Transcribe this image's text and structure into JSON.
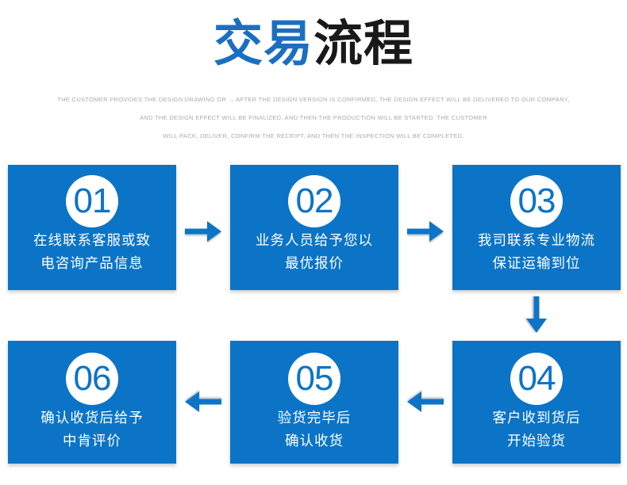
{
  "title": {
    "part1": "交易",
    "part2": "流程"
  },
  "subtitle": {
    "lines": [
      "THE CUSTOMER PROVIDES THE DESIGN DRAWING OR → AFTER THE DESIGN VERSION IS CONFIRMED, THE DESIGN EFFECT WILL BE DELIVERED TO OUR COMPANY,",
      "AND THE DESIGN EFFECT WILL BE FINALIZED, AND THEN THE PRODUCTION WILL BE STARTED. THE CUSTOMER",
      "WILL PACK, DELIVER, CONFIRM THE RECEIPT, AND THEN THE INSPECTION WILL BE COMPLETED."
    ]
  },
  "steps": [
    {
      "number": "01",
      "lines": [
        "在线联系客服或致",
        "电咨询产品信息"
      ]
    },
    {
      "number": "02",
      "lines": [
        "业务人员给予您以",
        "最优报价"
      ]
    },
    {
      "number": "03",
      "lines": [
        "我司联系专业物流",
        "保证运输到位"
      ]
    },
    {
      "number": "04",
      "lines": [
        "客户收到货后",
        "开始验货"
      ]
    },
    {
      "number": "05",
      "lines": [
        "验货完毕后",
        "确认收货"
      ]
    },
    {
      "number": "06",
      "lines": [
        "确认收货后给予",
        "中肯评价"
      ]
    }
  ],
  "icons": {
    "right_arrow": "→",
    "down_arrow": "↓",
    "left_arrow": "←"
  },
  "colors": {
    "page_bg": "#ffffff",
    "title_blue": "#1b6fc0",
    "title_dark": "#191919",
    "subtitle_gray": "#ababab",
    "box_blue": "#0b74c6",
    "circle_bg": "#ffffff",
    "number_blue": "#0b74c6",
    "arrow_blue": "#0e74c6"
  }
}
